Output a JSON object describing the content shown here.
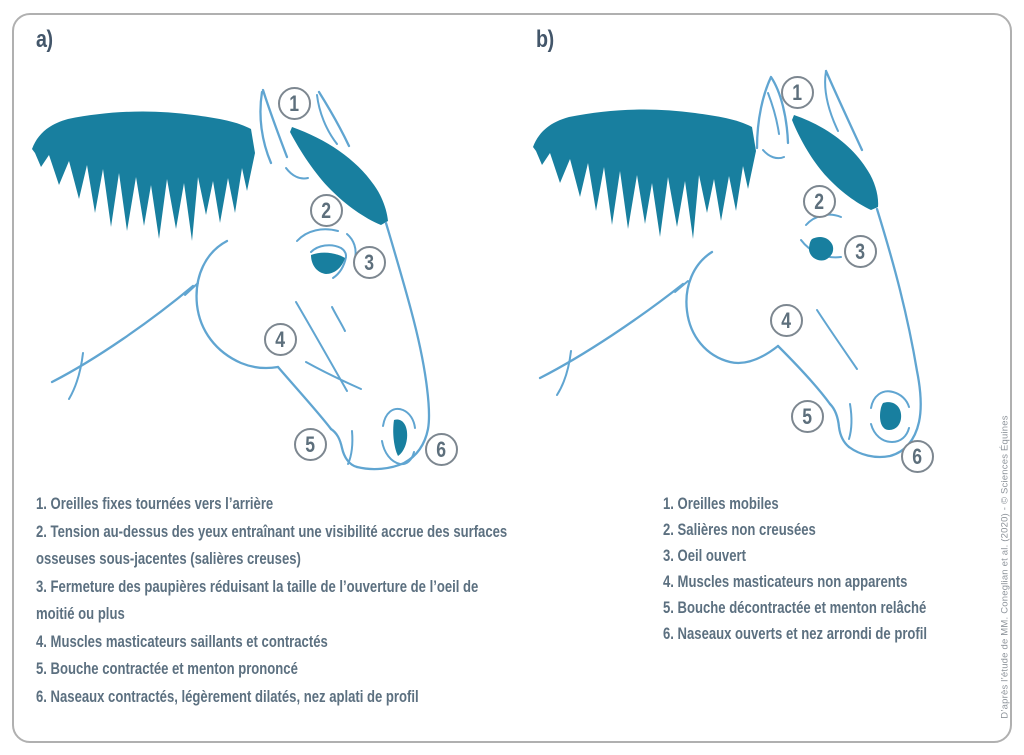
{
  "panels": {
    "a": {
      "label": "a)",
      "callouts": [
        "1",
        "2",
        "3",
        "4",
        "5",
        "6"
      ],
      "legend": [
        "1. Oreilles fixes tournées vers l’arrière",
        "2. Tension au-dessus des yeux entraînant une visibilité accrue des surfaces osseuses sous-jacentes (salières creuses)",
        "3. Fermeture des paupières réduisant la taille de l’ouverture de l’oeil de moitié ou plus",
        "4. Muscles masticateurs saillants et contractés",
        "5. Bouche contractée et menton prononcé",
        "6. Naseaux contractés, légèrement dilatés, nez aplati de profil"
      ]
    },
    "b": {
      "label": "b)",
      "callouts": [
        "1",
        "2",
        "3",
        "4",
        "5",
        "6"
      ],
      "legend": [
        "1. Oreilles mobiles",
        "2. Salières non creusées",
        "3. Oeil ouvert",
        "4. Muscles masticateurs non apparents",
        "5. Bouche décontractée et menton relâché",
        "6. Naseaux ouverts et nez arrondi de profil"
      ]
    }
  },
  "credit": "D’après l’étude de MM. Coneglian et al. (2020) - © Sciences Équines",
  "colors": {
    "teal": "#187F9F",
    "line_blue": "#60A5D1",
    "text": "#5C7080",
    "label": "#43566A",
    "badge_border": "#7D8790",
    "badge_text": "#5D6F7C",
    "frame_border": "#B0B0B0",
    "credit": "#8E949B"
  }
}
